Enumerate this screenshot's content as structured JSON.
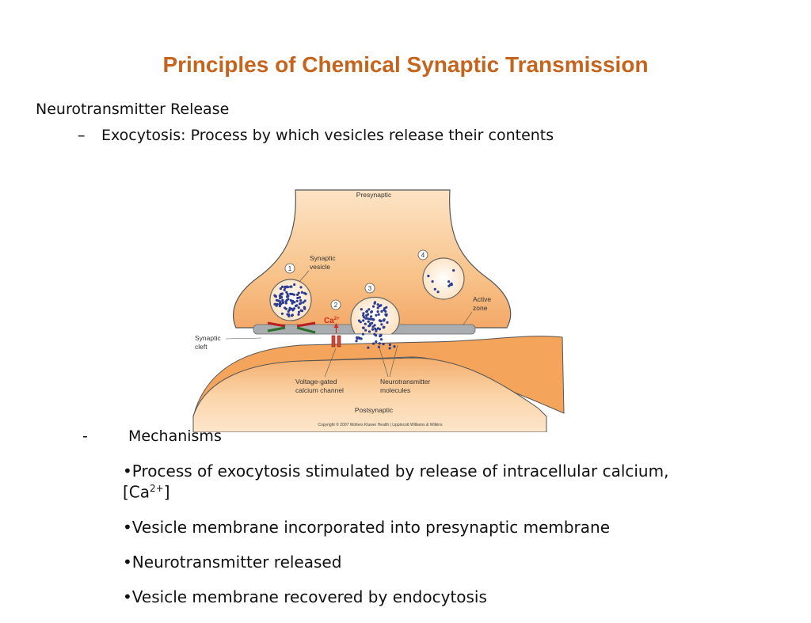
{
  "title": "Principles of Chemical Synaptic Transmission",
  "heading": "Neurotransmitter Release",
  "subpoint": {
    "dash": "–",
    "text": "Exocytosis: Process by which vesicles release their contents"
  },
  "figure": {
    "presynaptic": "Presynaptic",
    "postsynaptic": "Postsynaptic",
    "synaptic_vesicle_line1": "Synaptic",
    "synaptic_vesicle_line2": "vesicle",
    "synaptic_cleft_line1": "Synaptic",
    "synaptic_cleft_line2": "cleft",
    "active_zone_line1": "Active",
    "active_zone_line2": "zone",
    "calcium_channel_line1": "Voltage-gated",
    "calcium_channel_line2": "calcium channel",
    "nt_molecules_line1": "Neurotransmitter",
    "nt_molecules_line2": "molecules",
    "ca_ion": "Ca",
    "ca_charge": "2+",
    "step1": "1",
    "step2": "2",
    "step3": "3",
    "step4": "4",
    "copyright": "Copyright © 2007 Wolters Kluwer Health | Lippincott Williams & Wilkins"
  },
  "mechanisms": {
    "dash": "-",
    "label": "Mechanisms"
  },
  "bullets": {
    "b1_text": "•Process of exocytosis stimulated by release of intracellular calcium, [Ca",
    "b1_sup": "2+",
    "b1_end": "]",
    "b2": "•Vesicle membrane incorporated into presynaptic membrane",
    "b3": "•Neurotransmitter released",
    "b4": "•Vesicle membrane recovered by endocytosis"
  },
  "colors": {
    "title": "#c5641c",
    "terminal_fill": "#f6c08a",
    "active_zone": "#a9adb0",
    "nt_dot": "#2d3d8f",
    "ca": "#d12a1e"
  }
}
